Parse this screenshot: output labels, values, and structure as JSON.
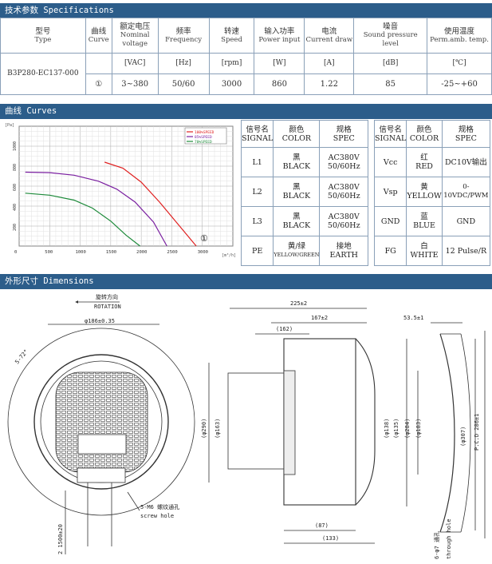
{
  "sections": {
    "specs": "技术参数 Specifications",
    "curves": "曲线 Curves",
    "dims": "外形尺寸 Dimensions"
  },
  "spec_table": {
    "headers": [
      {
        "cn": "型号",
        "en": "Type"
      },
      {
        "cn": "曲线",
        "en": "Curve"
      },
      {
        "cn": "额定电压",
        "en": "Nominal voltage"
      },
      {
        "cn": "频率",
        "en": "Frequency"
      },
      {
        "cn": "转速",
        "en": "Speed"
      },
      {
        "cn": "输入功率",
        "en": "Power input"
      },
      {
        "cn": "电流",
        "en": "Current draw"
      },
      {
        "cn": "噪音",
        "en": "Sound pressure level"
      },
      {
        "cn": "使用温度",
        "en": "Perm.amb. temp."
      }
    ],
    "type": "B3P280-EC137-000",
    "units": [
      "[VAC]",
      "[Hz]",
      "[rpm]",
      "[W]",
      "[A]",
      "[dB]",
      "[℃]"
    ],
    "values": [
      "①",
      "3~380",
      "50/60",
      "3000",
      "860",
      "1.22",
      "85",
      "-25~+60"
    ]
  },
  "chart_data": {
    "type": "line",
    "title": "",
    "xlabel": "[m³/h]",
    "ylabel": "[Pa]",
    "x_ticks": [
      "0",
      "500",
      "1000",
      "1500",
      "2000",
      "2500",
      "3000"
    ],
    "y_ticks": [
      "200",
      "400",
      "600",
      "800",
      "1000"
    ],
    "xlim": [
      0,
      3500
    ],
    "ylim": [
      0,
      1200
    ],
    "curve_label": "①",
    "series": [
      {
        "name": "100%SPEED",
        "color": "#e02020",
        "x": [
          1400,
          1700,
          2000,
          2300,
          2600,
          2900
        ],
        "y": [
          840,
          780,
          640,
          440,
          220,
          0
        ]
      },
      {
        "name": "85%SPEED",
        "color": "#7a1fa0",
        "x": [
          100,
          500,
          900,
          1300,
          1600,
          1900,
          2200,
          2420
        ],
        "y": [
          740,
          735,
          710,
          650,
          570,
          440,
          240,
          0
        ]
      },
      {
        "name": "70%SPEED",
        "color": "#1d8a3a",
        "x": [
          100,
          500,
          900,
          1200,
          1500,
          1750,
          1980
        ],
        "y": [
          530,
          510,
          460,
          380,
          250,
          110,
          0
        ]
      }
    ]
  },
  "signal_left": {
    "headers": [
      {
        "cn": "信号名",
        "en": "SIGNAL"
      },
      {
        "cn": "颜色",
        "en": "COLOR"
      },
      {
        "cn": "规格",
        "en": "SPEC"
      }
    ],
    "rows": [
      {
        "sig": "L1",
        "cn": "黑",
        "en": "BLACK",
        "spec1": "AC380V",
        "spec2": "50/60Hz"
      },
      {
        "sig": "L2",
        "cn": "黑",
        "en": "BLACK",
        "spec1": "AC380V",
        "spec2": "50/60Hz"
      },
      {
        "sig": "L3",
        "cn": "黑",
        "en": "BLACK",
        "spec1": "AC380V",
        "spec2": "50/60Hz"
      },
      {
        "sig": "PE",
        "cn": "黄/绿",
        "en": "YELLOW/GREEN",
        "spec1": "接地",
        "spec2": "EARTH"
      }
    ]
  },
  "signal_right": {
    "headers": [
      {
        "cn": "信号名",
        "en": "SIGNAL"
      },
      {
        "cn": "颜色",
        "en": "COLOR"
      },
      {
        "cn": "规格",
        "en": "SPEC"
      }
    ],
    "rows": [
      {
        "sig": "Vcc",
        "cn": "红",
        "en": "RED",
        "spec": "DC10V输出"
      },
      {
        "sig": "Vsp",
        "cn": "黄",
        "en": "YELLOW",
        "spec": "0-10VDC/PWM"
      },
      {
        "sig": "GND",
        "cn": "蓝",
        "en": "BLUE",
        "spec": "GND"
      },
      {
        "sig": "FG",
        "cn": "白",
        "en": "WHITE",
        "spec": "12 Pulse/R"
      }
    ]
  },
  "dimensions": {
    "rotation_cn": "旋转方向",
    "rotation_en": "ROTATION",
    "d186": "φ186±0.35",
    "angle": "5-72°",
    "screw_cn": "5-M6 螺纹通孔",
    "screw_en": "screw hole",
    "cable": "2 1500±20",
    "w225": "225±2",
    "w167": "167±2",
    "w162": "(162)",
    "w53": "53.5±1",
    "d290": "(φ290)",
    "d163": "(φ163)",
    "d138": "(φ138)",
    "d135": "(φ135)",
    "d284": "(φ284)",
    "d183": "(φ183)",
    "d307": "(φ307)",
    "pcd": "P.C.D 286±1",
    "w87": "(87)",
    "w133": "(133)",
    "hole_cn": "6-φ7 通孔",
    "hole_en": "through hole"
  }
}
